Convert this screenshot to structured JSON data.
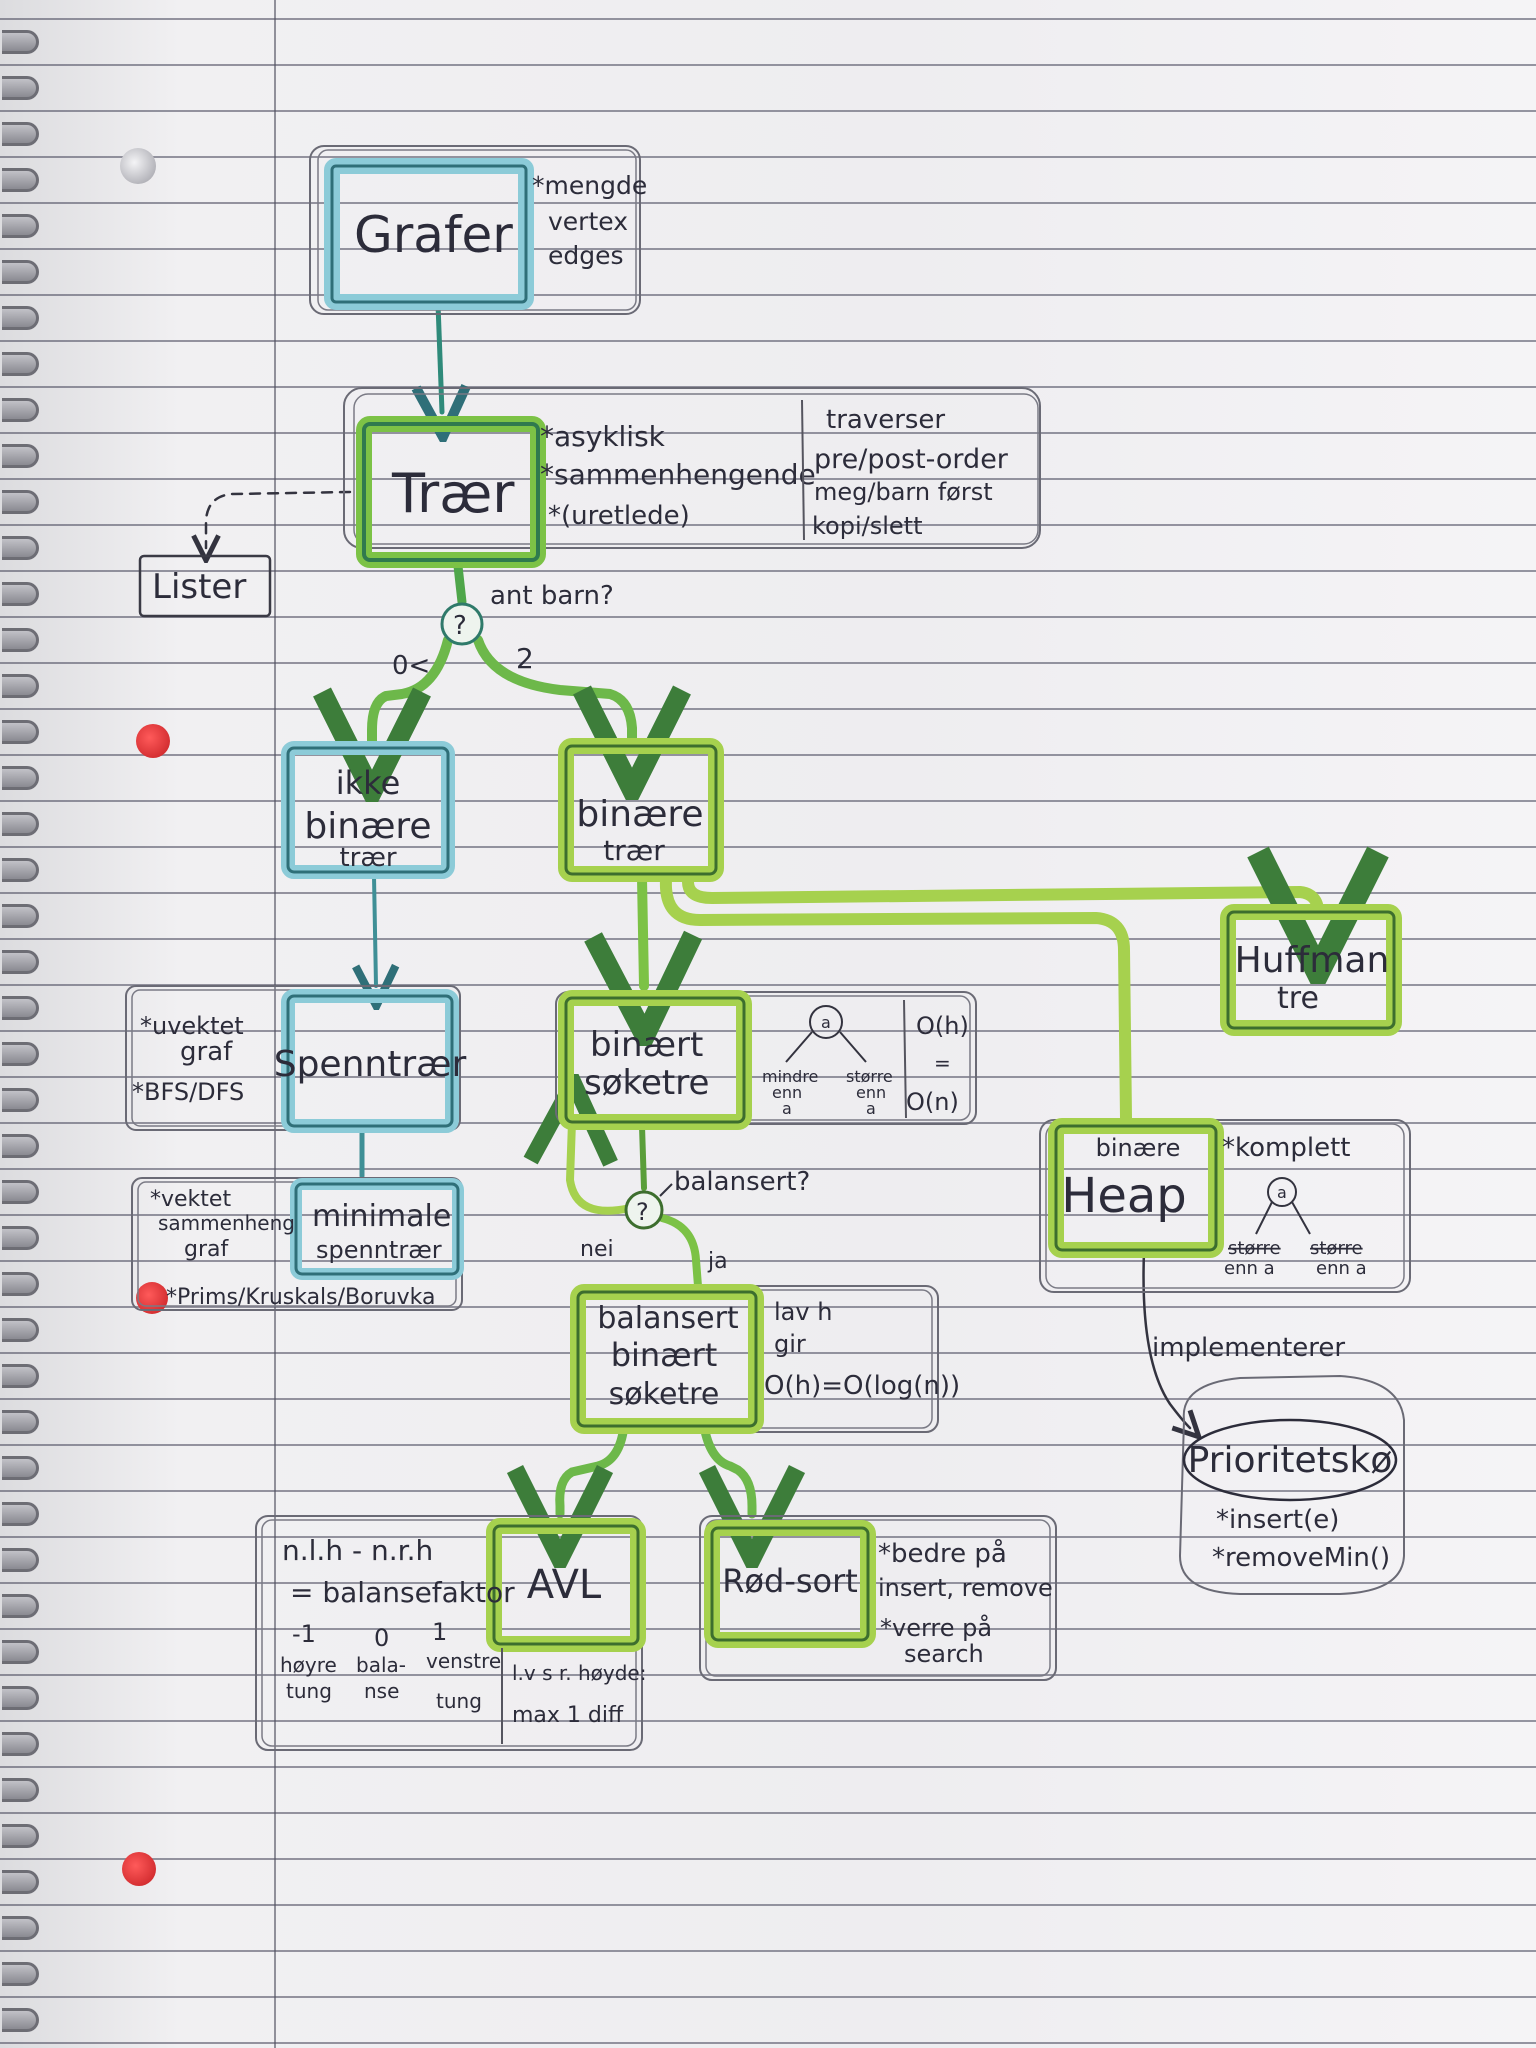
{
  "nodes": {
    "grafer": {
      "label": "Grafer",
      "notes": [
        "*mengde",
        "vertex",
        "edges"
      ]
    },
    "traer": {
      "label": "Trær",
      "notes": [
        "*asyklisk",
        "*sammenhengende",
        "*(uretlede)"
      ]
    },
    "traverser": {
      "title": "traverser",
      "lines": [
        "pre/post-order",
        "meg/barn først",
        "kopi/slett"
      ]
    },
    "lister": {
      "label": "Lister"
    },
    "decision_children": {
      "symbol": "?",
      "label": "ant barn?",
      "branch_left": "0<",
      "branch_right": "2"
    },
    "ikke_binaere": {
      "lines": [
        "ikke",
        "binære",
        "trær"
      ]
    },
    "binaere": {
      "lines": [
        "binære",
        "trær"
      ]
    },
    "huffman": {
      "lines": [
        "Huffman",
        "tre"
      ]
    },
    "spenntraer": {
      "label": "Spenntrær",
      "notes": [
        "*uvektet",
        "graf",
        "*BFS/DFS"
      ]
    },
    "binaert_soketre": {
      "lines": [
        "binært",
        "søketre"
      ],
      "node_symbol": "a",
      "left_label": [
        "mindre",
        "enn",
        "a"
      ],
      "right_label": [
        "større",
        "enn",
        "a"
      ],
      "complexity": [
        "O(h)",
        "=",
        "O(n)"
      ]
    },
    "binaer_heap": {
      "lines": [
        "binære",
        "Heap"
      ],
      "notes": [
        "*komplett"
      ],
      "node_symbol": "a",
      "left_label": [
        "større",
        "enn a"
      ],
      "right_label": [
        "større",
        "enn a"
      ]
    },
    "minimale": {
      "lines": [
        "minimale",
        "spenntrær"
      ],
      "notes": [
        "*vektet",
        "sammenheng",
        "graf"
      ],
      "algorithms": "*Prims/Kruskals/Boruvka"
    },
    "decision_balanced": {
      "symbol": "?",
      "label": "balansert?",
      "branch_no": "nei",
      "branch_yes": "ja"
    },
    "balansert": {
      "lines": [
        "balansert",
        "binært",
        "søketre"
      ],
      "notes": [
        "lav h",
        "gir",
        "O(h)=O(log(n))"
      ]
    },
    "implementerer": {
      "label": "implementerer"
    },
    "prioritetsko": {
      "label": "Prioritetskø",
      "notes": [
        "*insert(e)",
        "*removeMin()"
      ]
    },
    "avl": {
      "label": "AVL",
      "formula": [
        "n.l.h - n.r.h",
        "= balansefaktor"
      ],
      "values": [
        "-1",
        "0",
        "1"
      ],
      "value_labels": [
        [
          "høyre",
          "tung"
        ],
        [
          "bala-",
          "nse"
        ],
        [
          "venstre",
          "tung"
        ]
      ],
      "rule": [
        "l.v s r. høyde:",
        "max 1 diff"
      ]
    },
    "rod_sort": {
      "label": "Rød-sort",
      "notes": [
        "*bedre på",
        "insert, remove",
        "*verre på",
        "search"
      ]
    }
  },
  "colors": {
    "paper": "#efeef1",
    "ink": "#2c2c3a",
    "blue_highlight": "#8ccbd8",
    "blue_border": "#3f8f96",
    "green_highlight": "#a6d14e",
    "green_dark": "#5a9e3a",
    "teal_green": "#2f8a5a",
    "red_dot": "#d8262b"
  },
  "icons": [
    "spiral-binding",
    "punch-hole",
    "red-dot"
  ]
}
